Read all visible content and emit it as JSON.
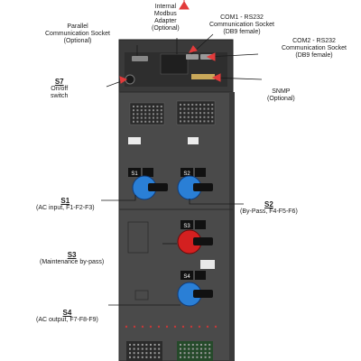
{
  "labels": {
    "parallel": {
      "line1": "Parallel",
      "line2": "Communication Socket",
      "line3": "(Optional)"
    },
    "modbus": {
      "line1": "Internal",
      "line2": "Modbus",
      "line3": "Adapter",
      "line4": "(Optional)"
    },
    "com1": {
      "line1": "COM1 - RS232",
      "line2": "Communication Socket",
      "line3": "(DB9 female)"
    },
    "com2": {
      "line1": "COM2 - RS232",
      "line2": "Communication Socket",
      "line3": "(DB9 female)"
    },
    "snmp": {
      "line1": "SNMP",
      "line2": "(Optional)"
    },
    "s7": {
      "tag": "S7",
      "line1": "On/off",
      "line2": "switch"
    },
    "s1": {
      "tag": "S1",
      "line1": "(AC input, F1-F2-F3)"
    },
    "s2": {
      "tag": "S2",
      "line1": "(By-Pass, F4-F5-F6)"
    },
    "s3": {
      "tag": "S3",
      "line1": "(Maintenance by-pass)"
    },
    "s4": {
      "tag": "S4",
      "line1": "(AC output, F7-F8-F9)"
    }
  },
  "switch_tags": {
    "s1": "S1",
    "s2": "S2",
    "s3": "S3",
    "s4": "S4"
  },
  "colors": {
    "cabinet": "#4a4a4a",
    "arrow": "#e23b3b",
    "connector": "#1a1a1a",
    "blue": "#2a7fd6",
    "red": "#d42020"
  }
}
